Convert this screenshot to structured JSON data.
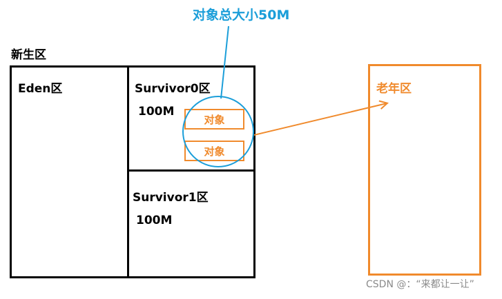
{
  "callout": {
    "text": "对象总大小50M"
  },
  "young_generation": {
    "label": "新生区",
    "eden": {
      "label": "Eden区"
    },
    "survivor0": {
      "label": "Survivor0区",
      "size": "100M",
      "objects": [
        "对象",
        "对象"
      ]
    },
    "survivor1": {
      "label": "Survivor1区",
      "size": "100M"
    }
  },
  "old_generation": {
    "label": "老年区"
  },
  "colors": {
    "callout": "#1b9ed9",
    "object": "#f08a2c",
    "structure": "#000000",
    "watermark": "#8a8a8a"
  },
  "watermark": "CSDN @：“来都让一让”"
}
